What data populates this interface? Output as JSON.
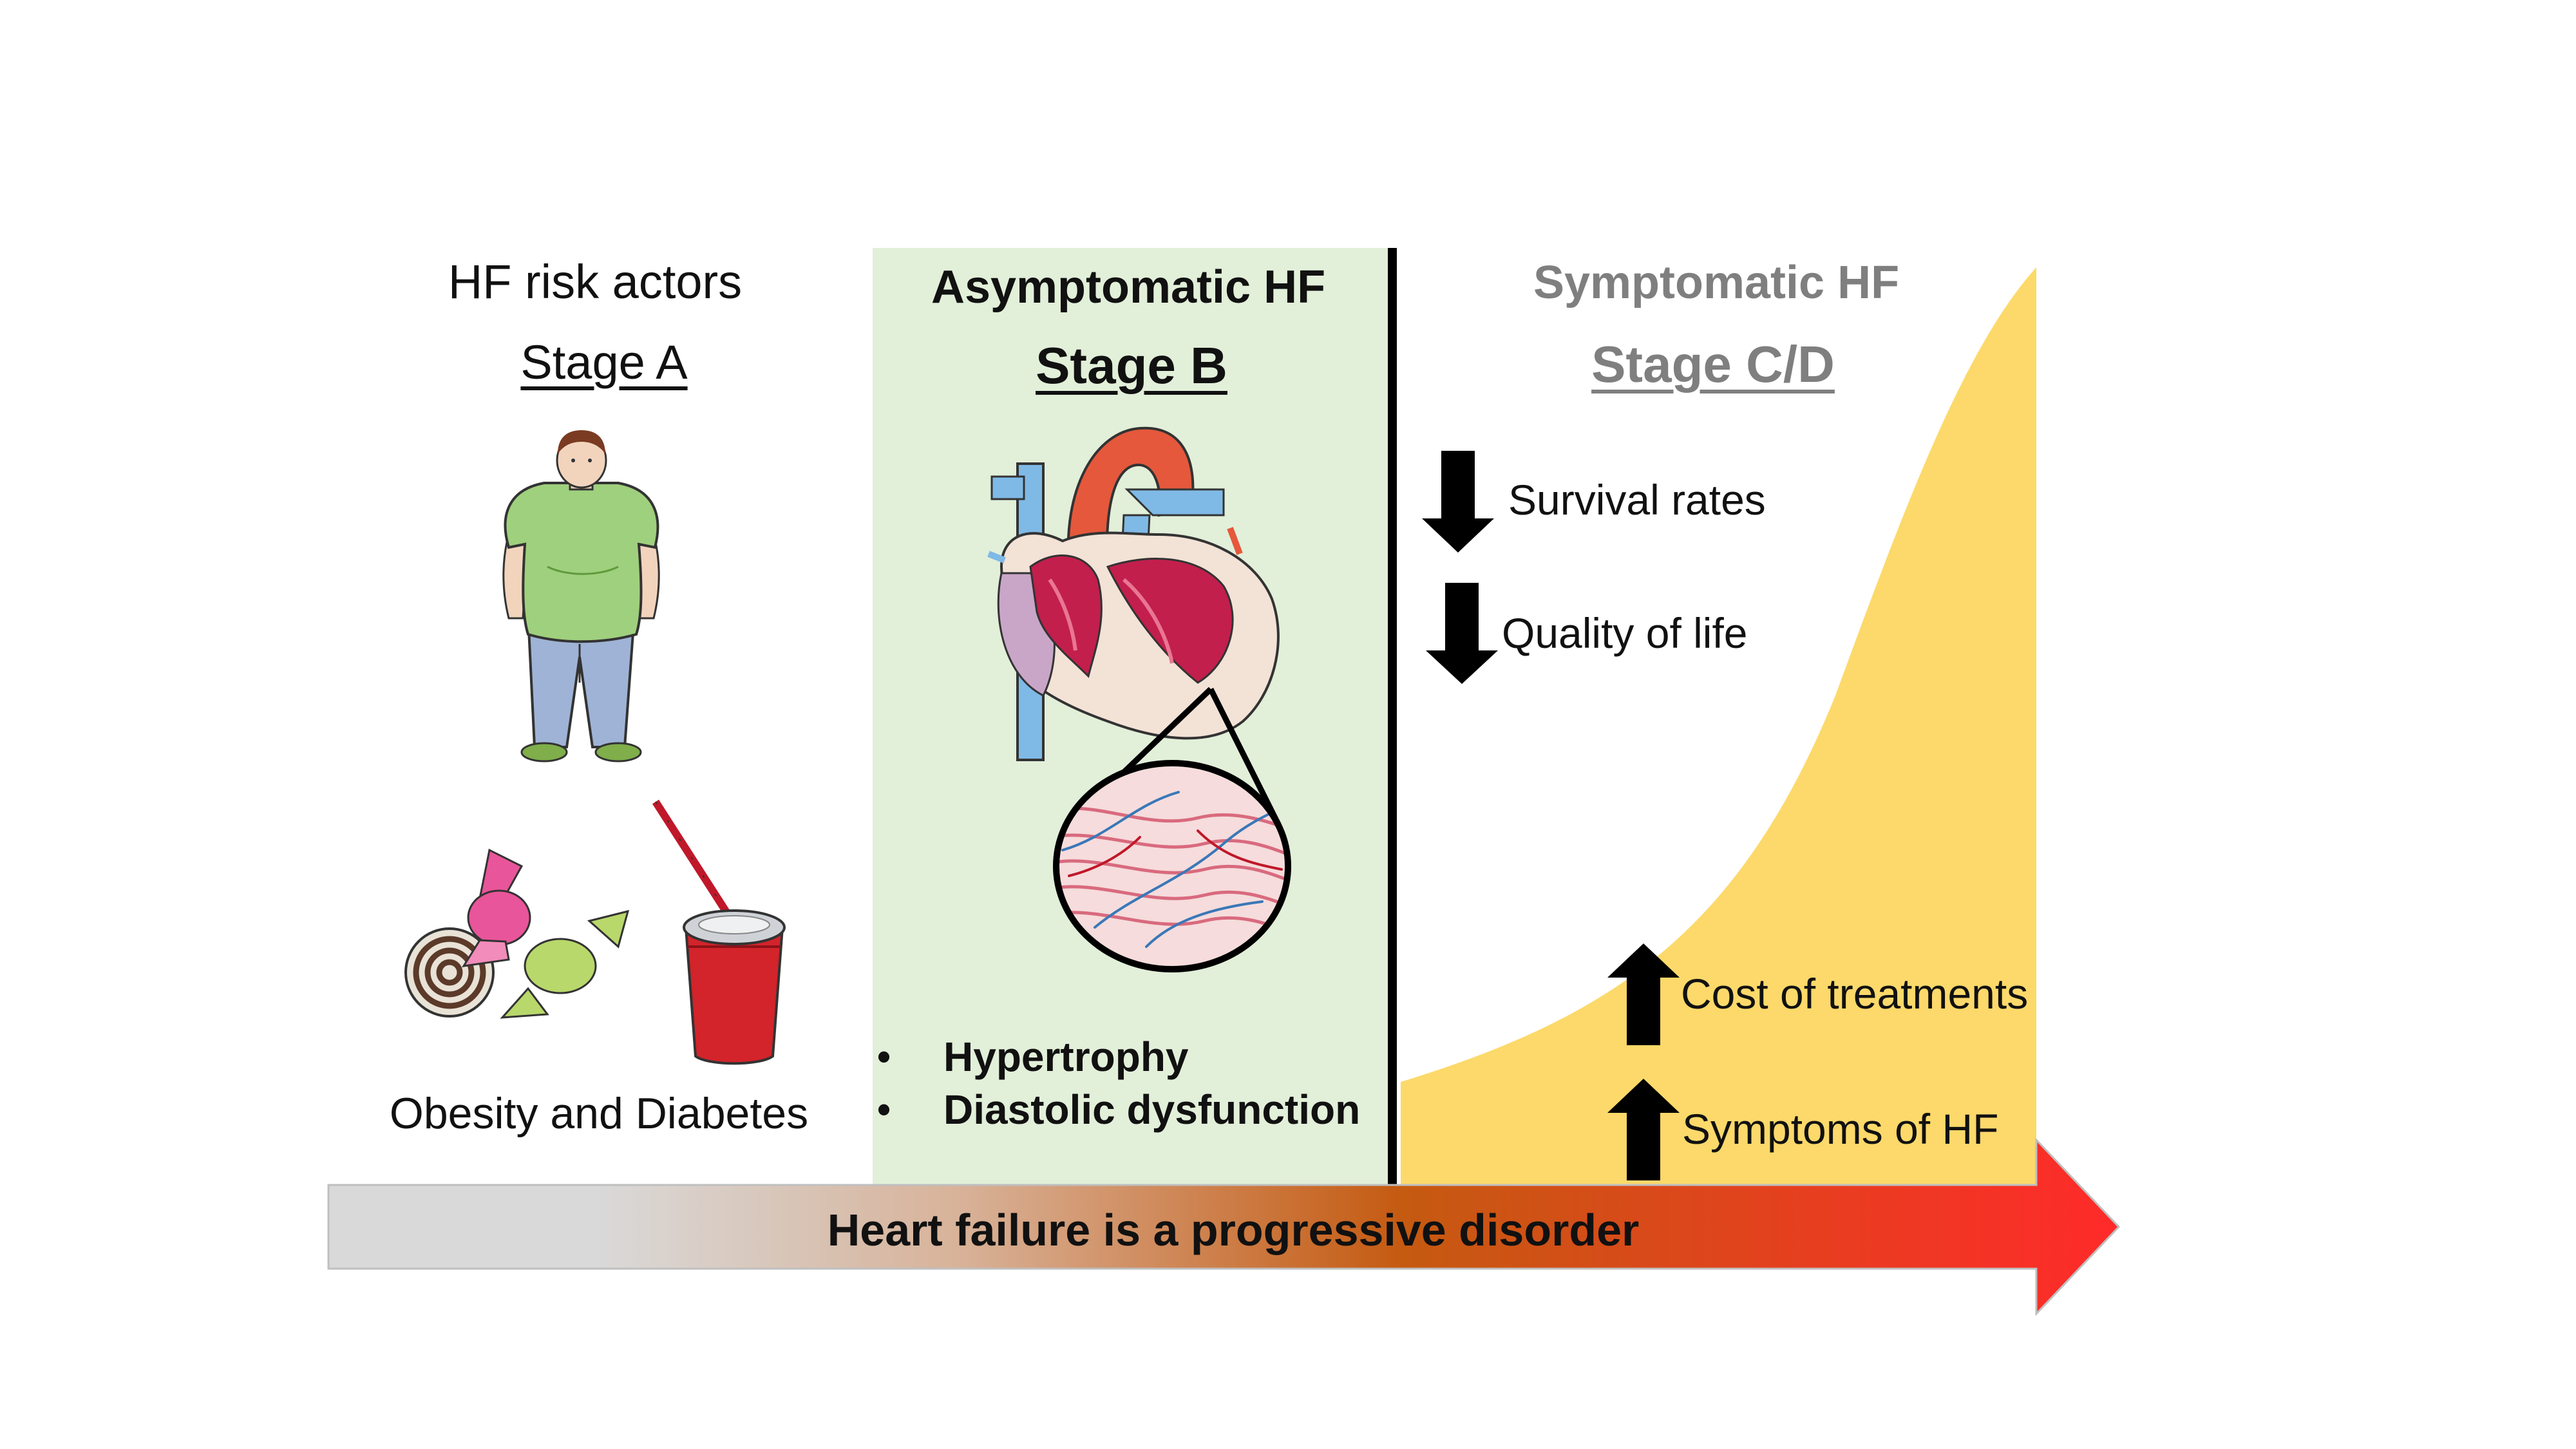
{
  "stage_a": {
    "category": "HF risk actors",
    "stage": "Stage A",
    "caption": "Obesity and Diabetes"
  },
  "stage_b": {
    "category": "Asymptomatic HF",
    "stage": "Stage B",
    "bullets": [
      "Hypertrophy",
      "Diastolic dysfunction"
    ]
  },
  "stage_cd": {
    "category": "Symptomatic HF",
    "stage": "Stage C/D",
    "decreases": [
      "Survival rates",
      "Quality of life"
    ],
    "increases": [
      "Cost of treatments",
      "Symptoms of HF"
    ]
  },
  "progress_arrow": {
    "label": "Heart failure is a progressive disorder"
  },
  "colors": {
    "stage_b_panel": "#e2efd9",
    "curve_fill": "#fcd96a",
    "arrow_start": "#d9d9d9",
    "arrow_mid": "#c55a11",
    "arrow_end": "#ff2a2a",
    "gray_text": "#7f7f7f"
  },
  "icons": [
    "obese-person-icon",
    "candy-icon",
    "soda-cup-icon",
    "heart-anatomy-icon",
    "myocardium-zoom-icon",
    "down-arrow-icon",
    "up-arrow-icon"
  ]
}
